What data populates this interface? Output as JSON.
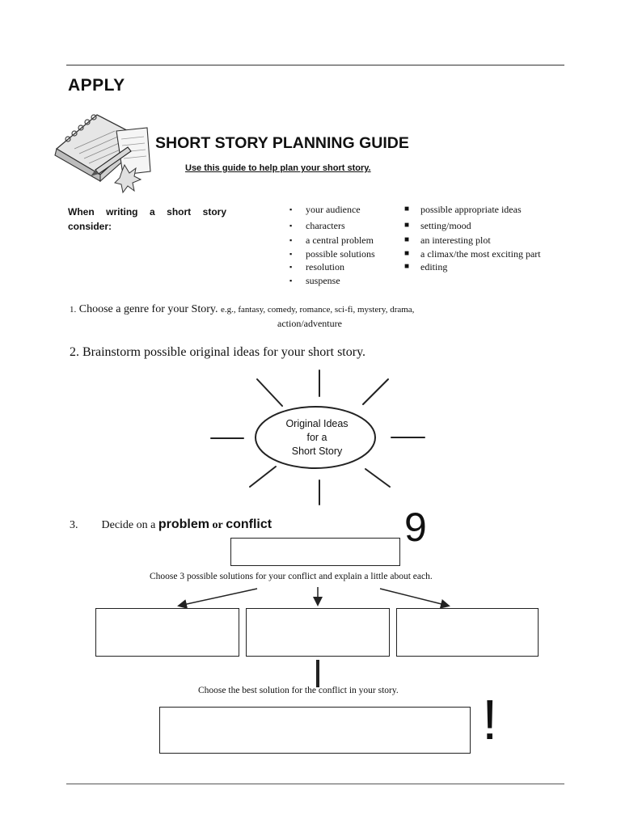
{
  "header": {
    "section_label": "APPLY"
  },
  "guide": {
    "title": "SHORT STORY PLANNING GUIDE",
    "subtitle": "Use this guide to help plan your short story."
  },
  "consider": {
    "intro": "When writing a short story consider:",
    "list_left": [
      "your audience",
      "characters",
      "a central problem",
      "possible solutions",
      "resolution",
      "suspense"
    ],
    "list_right": [
      "possible appropriate ideas",
      "setting/mood",
      "an interesting plot",
      "a climax/the most exciting part",
      "editing"
    ]
  },
  "step1": {
    "number": "1.",
    "text": "Choose a genre for your Story.",
    "examples": "e.g., fantasy, comedy, romance, sci-fi, mystery, drama,",
    "examples_cont": "action/adventure"
  },
  "step2": {
    "text": "2. Brainstorm possible original ideas for your short story."
  },
  "sunburst": {
    "line1": "Original Ideas",
    "line2": "for a",
    "line3": "Short Story"
  },
  "step3": {
    "number": "3.",
    "lead": "Decide on a",
    "word_problem": "problem",
    "word_or": "or",
    "word_conflict": "conflict",
    "solutions_instruction": "Choose 3 possible solutions for your conflict and explain a little about each.",
    "best_instruction": "Choose the best solution for the conflict in your story."
  },
  "marks": {
    "nine": "9",
    "exclamation": "!"
  },
  "icons": {
    "book": "notebook-pencil-icon"
  }
}
